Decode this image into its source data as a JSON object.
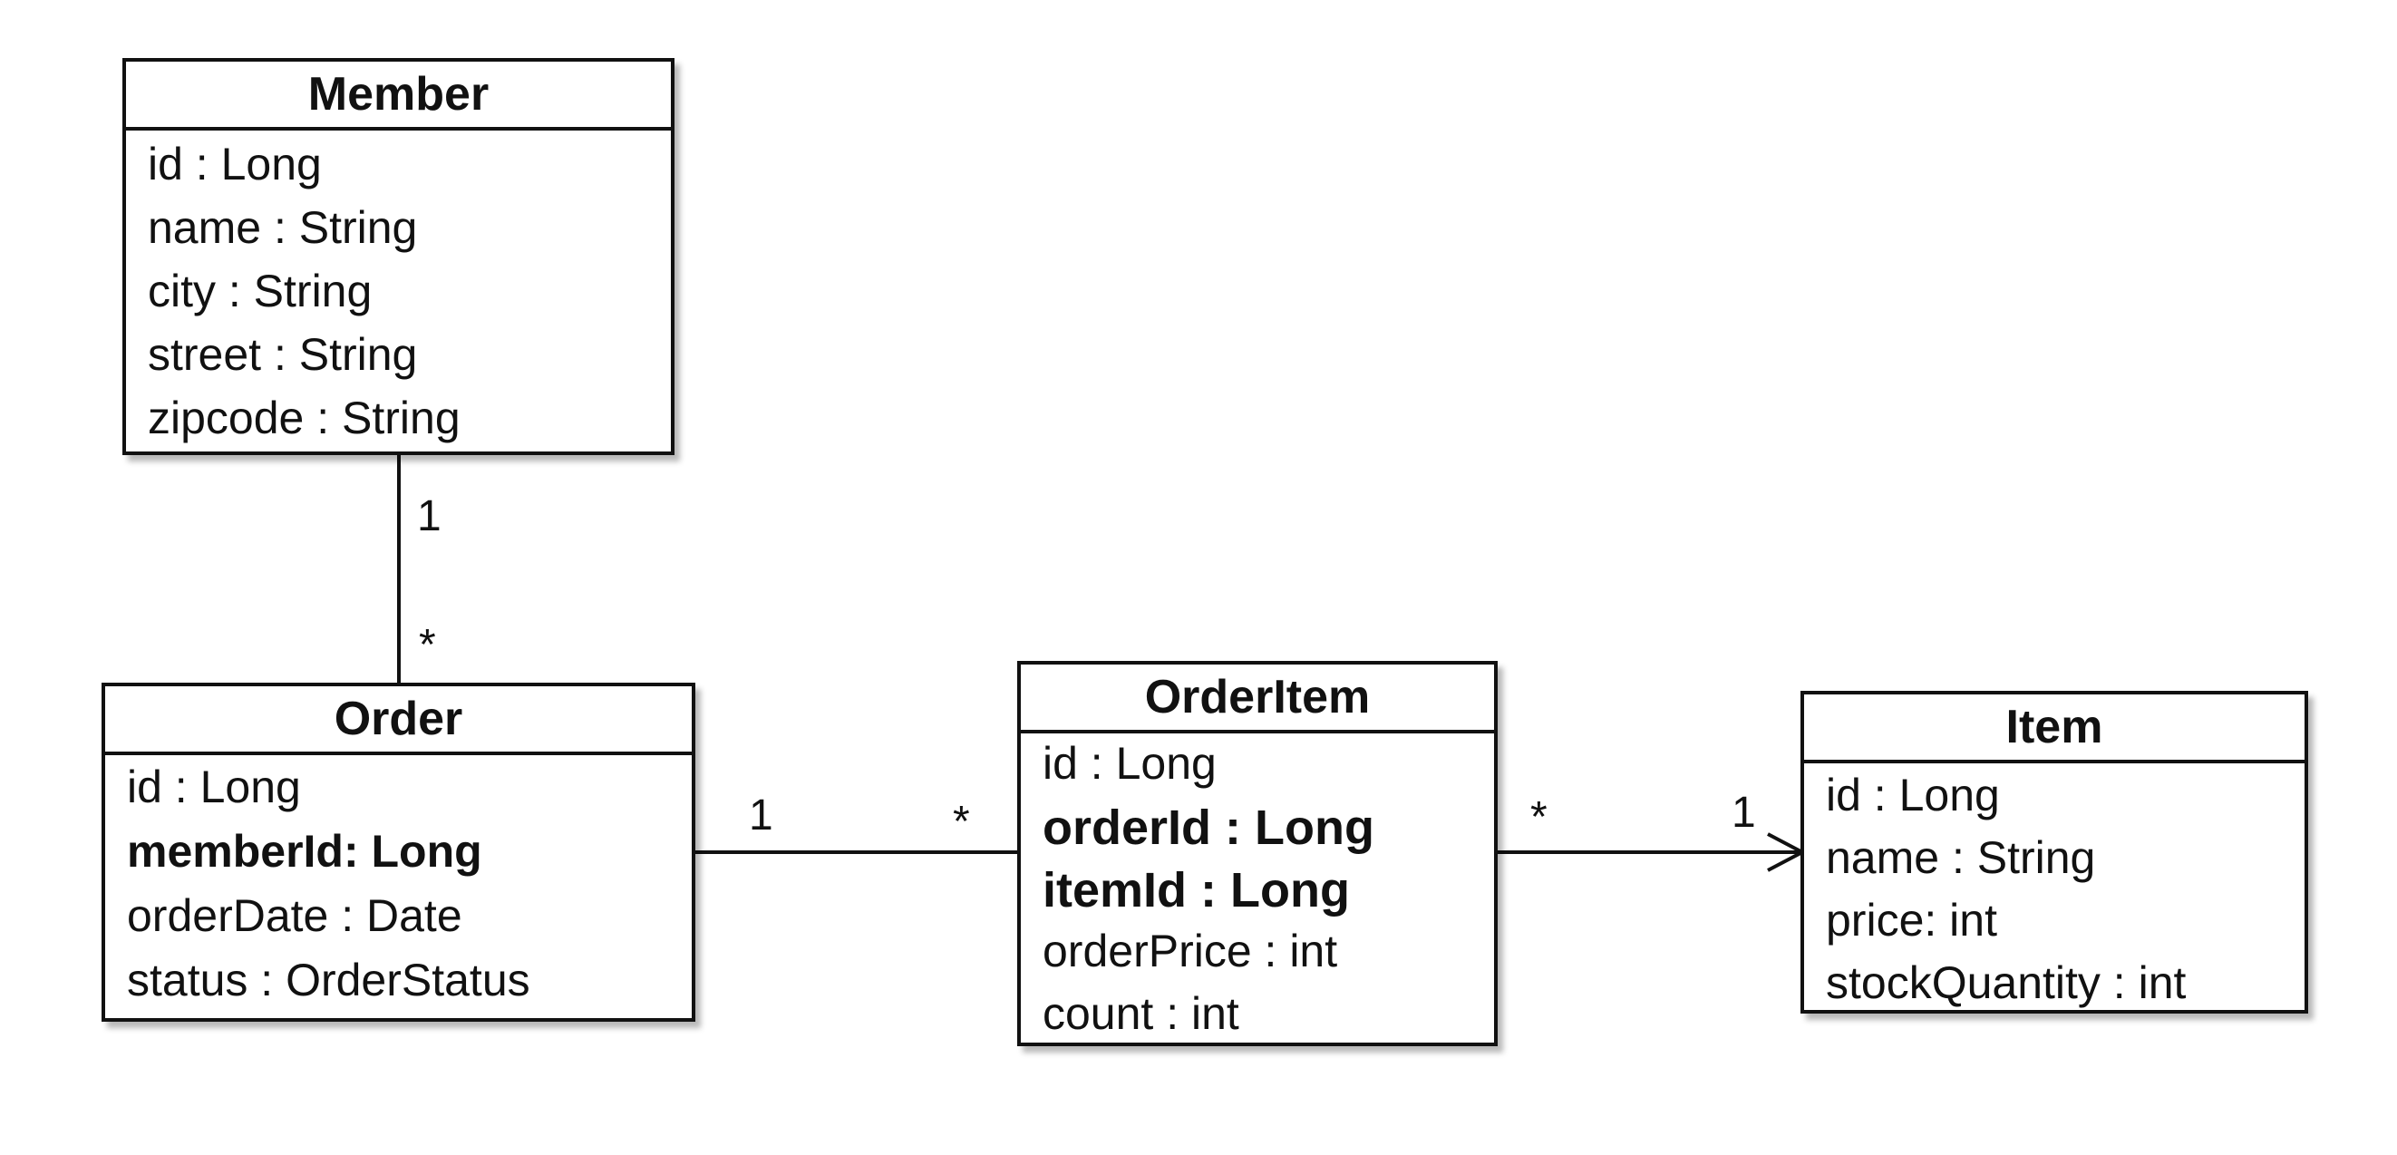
{
  "classes": {
    "member": {
      "name": "Member",
      "attributes": [
        {
          "text": "id : Long",
          "bold": false
        },
        {
          "text": "name : String",
          "bold": false
        },
        {
          "text": "city : String",
          "bold": false
        },
        {
          "text": "street : String",
          "bold": false
        },
        {
          "text": "zipcode : String",
          "bold": false
        }
      ]
    },
    "order": {
      "name": "Order",
      "attributes": [
        {
          "text": "id : Long",
          "bold": false
        },
        {
          "text": "memberId: Long",
          "bold": true
        },
        {
          "text": "orderDate : Date",
          "bold": false
        },
        {
          "text": "status : OrderStatus",
          "bold": false
        }
      ]
    },
    "orderitem": {
      "name": "OrderItem",
      "attributes": [
        {
          "text": "id : Long",
          "bold": false
        },
        {
          "text": "orderId : Long",
          "bold": true
        },
        {
          "text": "itemId : Long",
          "bold": true
        },
        {
          "text": "orderPrice : int",
          "bold": false
        },
        {
          "text": "count : int",
          "bold": false
        }
      ]
    },
    "item": {
      "name": "Item",
      "attributes": [
        {
          "text": "id : Long",
          "bold": false
        },
        {
          "text": "name : String",
          "bold": false
        },
        {
          "text": "price: int",
          "bold": false
        },
        {
          "text": "stockQuantity : int",
          "bold": false
        }
      ]
    }
  },
  "associations": {
    "member_order": {
      "source": "Member",
      "target": "Order",
      "source_multiplicity": "1",
      "target_multiplicity": "*",
      "navigable": false
    },
    "order_orderitem": {
      "source": "Order",
      "target": "OrderItem",
      "source_multiplicity": "1",
      "target_multiplicity": "*",
      "navigable": false
    },
    "orderitem_item": {
      "source": "OrderItem",
      "target": "Item",
      "source_multiplicity": "*",
      "target_multiplicity": "1",
      "navigable": true
    }
  },
  "colors": {
    "stroke": "#111111",
    "background": "#ffffff"
  }
}
